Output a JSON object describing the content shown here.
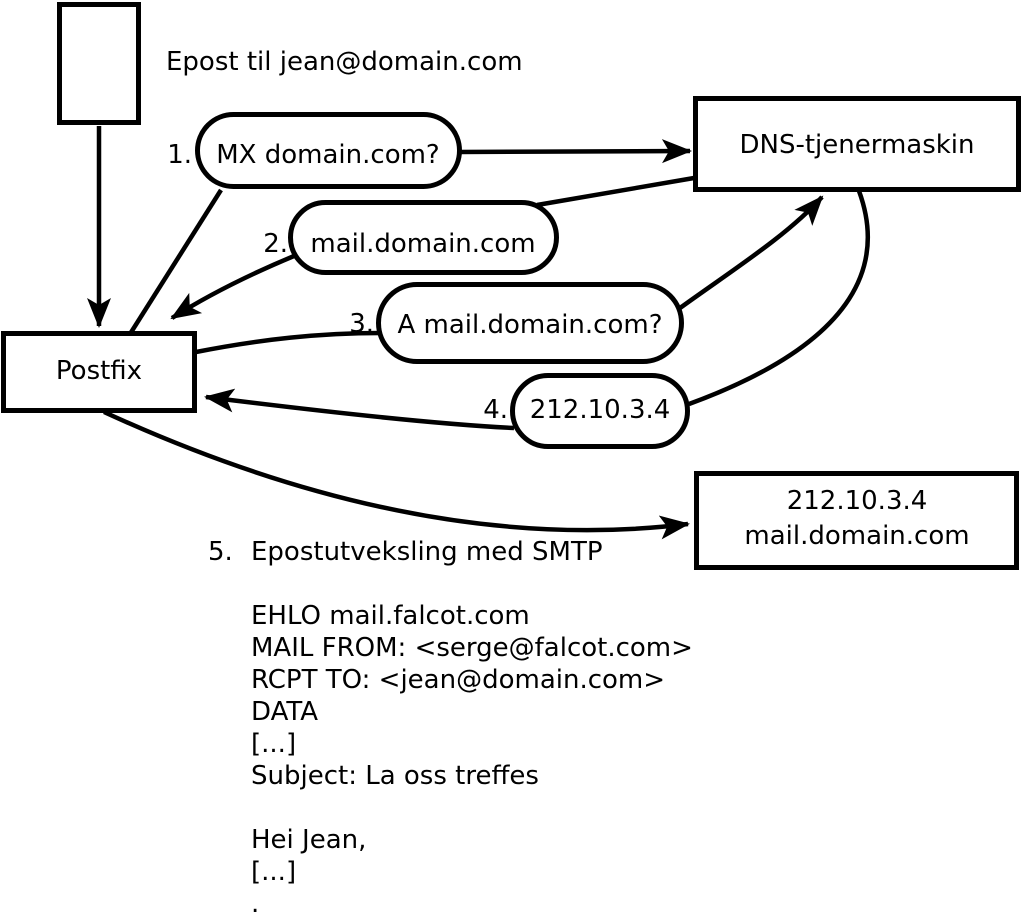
{
  "diagram": {
    "background": "#ffffff",
    "line_color": "#000000",
    "title": "Epost til jean@domain.com",
    "nodes": {
      "postfix": {
        "label": "Postfix"
      },
      "dns": {
        "label": "DNS-tjenermaskin"
      },
      "mail_server": {
        "line1": "212.10.3.4",
        "line2": "mail.domain.com"
      }
    },
    "steps": [
      {
        "num": "1.",
        "label": "MX domain.com?"
      },
      {
        "num": "2.",
        "label": "mail.domain.com"
      },
      {
        "num": "3.",
        "label": "A mail.domain.com?"
      },
      {
        "num": "4.",
        "label": "212.10.3.4"
      },
      {
        "num": "5.",
        "label": "Epostutveksling med SMTP"
      }
    ],
    "smtp_session": {
      "lines": [
        "EHLO mail.falcot.com",
        "MAIL FROM: <serge@falcot.com>",
        "RCPT TO: <jean@domain.com>",
        "DATA",
        "[...]",
        "Subject: La oss treffes",
        "",
        "Hei Jean,",
        "[...]",
        "."
      ]
    }
  }
}
